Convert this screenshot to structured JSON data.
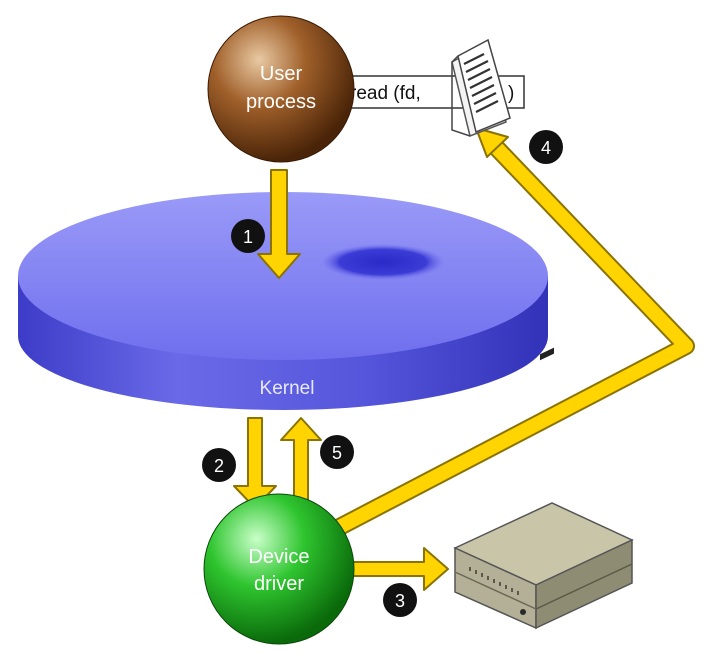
{
  "labels": {
    "user_process_line1": "User",
    "user_process_line2": "process",
    "kernel": "Kernel",
    "device_driver_line1": "Device",
    "device_driver_line2": "driver",
    "call_text": "read (fd,",
    "call_close": ")"
  },
  "steps": [
    "1",
    "2",
    "3",
    "4",
    "5"
  ],
  "colors": {
    "arrow_fill": "#ffd400",
    "arrow_stroke": "#8a7300",
    "kernel_top": "#7f7ff2",
    "kernel_side": "#5252dd",
    "user_process": "#8b4a18",
    "device_driver": "#27b527",
    "badge": "#111111"
  },
  "icons": {
    "document": "document-icon",
    "device": "hardware-device-icon"
  }
}
